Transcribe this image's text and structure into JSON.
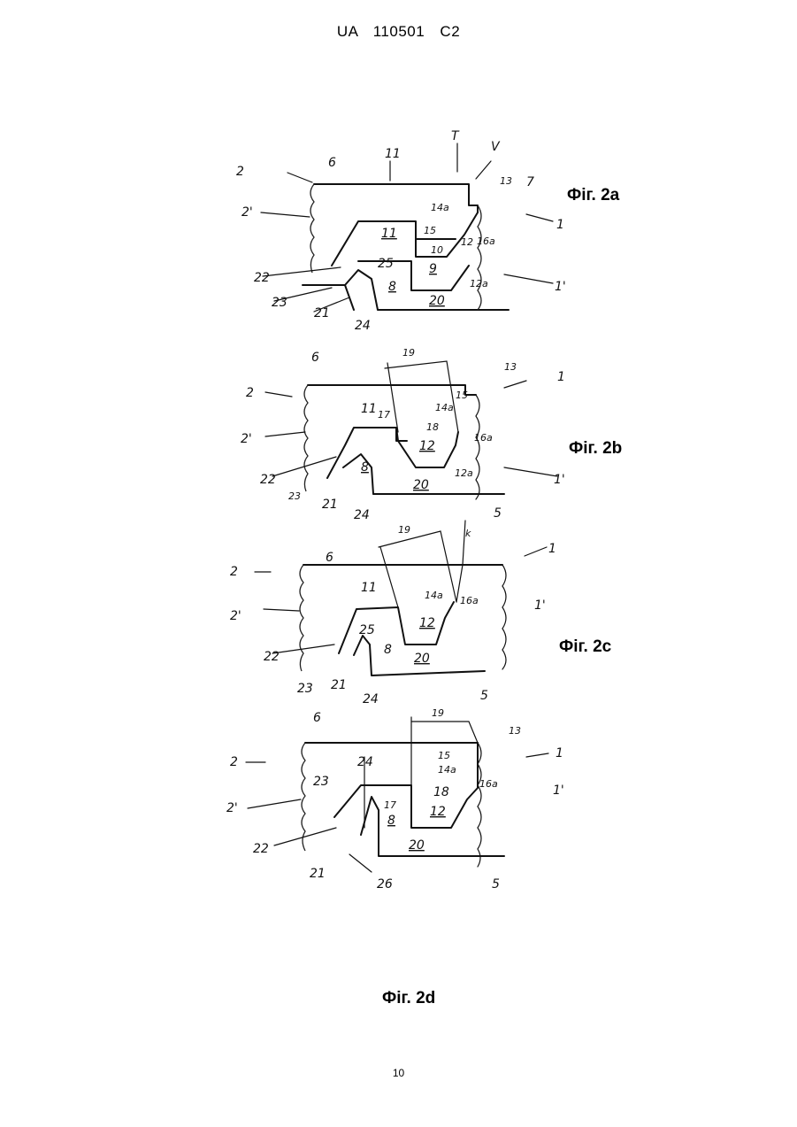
{
  "header": {
    "text": "UA   110501   C2"
  },
  "page_number": "10",
  "figures": {
    "fig2a": {
      "caption": "Фіг. 2a",
      "labels": [
        "2",
        "6",
        "11",
        "T",
        "V",
        "13",
        "7",
        "2'",
        "14a",
        "1",
        "15",
        "12",
        "16a",
        "10",
        "11",
        "25",
        "9",
        "22",
        "8",
        "12a",
        "1'",
        "23",
        "20",
        "21",
        "24"
      ]
    },
    "fig2b": {
      "caption": "Фіг. 2b",
      "labels": [
        "6",
        "19",
        "13",
        "1",
        "2",
        "15",
        "14a",
        "11",
        "17",
        "16a",
        "2'",
        "18",
        "12",
        "22",
        "8",
        "12a",
        "1'",
        "23",
        "20",
        "21",
        "24",
        "5"
      ]
    },
    "fig2c": {
      "caption": "Фіг. 2c",
      "labels": [
        "6",
        "19",
        "k",
        "1",
        "2",
        "11",
        "14a",
        "16a",
        "1'",
        "2'",
        "12",
        "25",
        "22",
        "8",
        "20",
        "23",
        "21",
        "24",
        "5"
      ]
    },
    "fig2d": {
      "caption": "Фіг. 2d",
      "labels": [
        "6",
        "19",
        "13",
        "15",
        "1",
        "24",
        "14a",
        "2",
        "23",
        "16a",
        "18",
        "1'",
        "2'",
        "17",
        "12",
        "8",
        "22",
        "20",
        "21",
        "26",
        "5"
      ]
    }
  }
}
